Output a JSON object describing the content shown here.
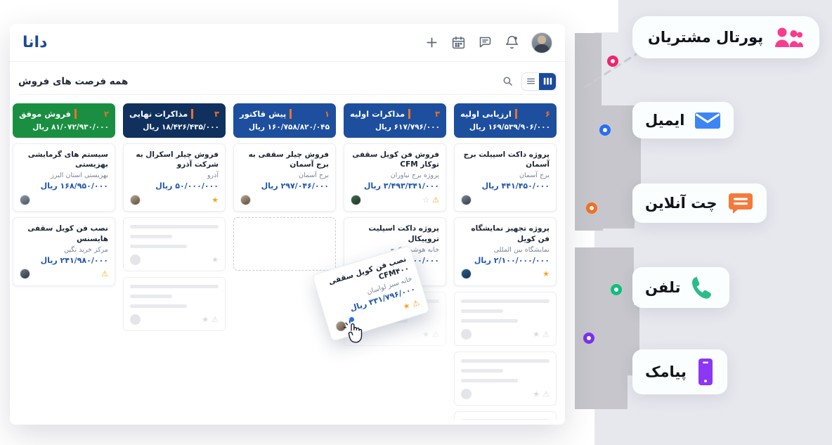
{
  "app": {
    "logo": "دانا",
    "toolbar_title": "همه فرصت های فروش",
    "icons": {
      "bell": "bell-icon",
      "chat": "chat-icon",
      "calendar": "calendar-icon",
      "plus": "plus-icon",
      "search": "search-icon",
      "board_view": "board-view-icon",
      "list_view": "list-view-icon"
    },
    "currency": "ریال"
  },
  "columns": [
    {
      "name": "فروش موفق",
      "count": "۲",
      "sum": "۸۱/۰۷۲/۹۳۰/۰۰۰ ریال",
      "color": "#1a8f42",
      "cards": [
        {
          "title": "سیستم های گرمایشی بهزیستی",
          "sub": "بهزیستی استان البرز",
          "amount": "۱۶۸/۹۵۰/۰۰۰ ریال",
          "warn": false,
          "star": "none",
          "avatar": "ma1"
        },
        {
          "title": "نصب فن کویل سقفی هایسنس",
          "sub": "مرکز خرید نگین",
          "amount": "۲۴۱/۹۸۰/۰۰۰ ریال",
          "warn": true,
          "star": "none",
          "avatar": "ma3"
        }
      ]
    },
    {
      "name": "مذاکرات نهایی",
      "count": "۳",
      "sum": "۱۸/۴۲۶/۴۳۵/۰۰۰ ریال",
      "color": "#10305e",
      "cards": [
        {
          "title": "فروش چیلر اسکرال به شرکت آذرو",
          "sub": "آذرو",
          "amount": "۵۰/۰۰۰/۰۰۰ ریال",
          "warn": false,
          "star": "on",
          "avatar": "ma2"
        }
      ]
    },
    {
      "name": "پیش فاکتور",
      "count": "۱",
      "sum": "۱۶۰/۷۵۸/۸۲۰/۰۴۵ ریال",
      "color": "#1d4f9e",
      "cards": [
        {
          "title": "فروش چیلر سقفی به برج آسمان",
          "sub": "برج آسمان",
          "amount": "۲۹۷/۰۴۶/۰۰۰ ریال",
          "warn": false,
          "star": "none",
          "avatar": "ma2"
        }
      ]
    },
    {
      "name": "مذاکرات اولیه",
      "count": "۳",
      "sum": "۶۱۷/۷۹۶/۰۰۰ ریال",
      "color": "#1d4f9e",
      "cards": [
        {
          "title": "فروش فن کویل سقفی توکار CFM",
          "sub": "پروژه برج نیاوران",
          "amount": "۳/۴۹۳/۳۴۱/۰۰۰ ریال",
          "warn": true,
          "star": "off",
          "avatar": "ma4"
        },
        {
          "title": "پروژه داکت اسپلیت تروپیکال",
          "sub": "خانه هوشمند کرج",
          "amount": "۲۸۶/۰۰۰/۰۰۰ ریال",
          "warn": false,
          "star": "none",
          "avatar": "ma5"
        }
      ]
    },
    {
      "name": "ارزیابی اولیه",
      "count": "۶",
      "sum": "۱۶۹/۵۳۹/۹۰۶/۰۰۰ ریال",
      "color": "#1d4f9e",
      "cards": [
        {
          "title": "پروژه داکت اسپیلت برج آسمان",
          "sub": "برج آسمان",
          "amount": "۴۴۱/۴۵۰/۰۰۰ ریال",
          "warn": false,
          "star": "none",
          "avatar": "ma7"
        },
        {
          "title": "پروژه تجهیز نمایشگاه فن کویل",
          "sub": "نمایشگاه بین المللی",
          "amount": "۲/۱۰۰/۰۰۰/۰۰۰ ریال",
          "warn": false,
          "star": "on",
          "avatar": "ma6"
        }
      ]
    }
  ],
  "drag_card": {
    "title": "نصب فن کویل سقفی CFM۴۰۰",
    "sub": "خانه سبز لواسان",
    "amount": "۳۳۱/۷۹۶/۰۰۰ ریال",
    "warn": true,
    "star": "on"
  },
  "channels": [
    {
      "label": "پورتال مشتریان",
      "icon": "people-icon",
      "color": "#fb3c8c"
    },
    {
      "label": "ایمیل",
      "icon": "envelope-icon",
      "color": "#3d85f5"
    },
    {
      "label": "چت آنلاین",
      "icon": "chat-bubble-icon",
      "color": "#f4793a"
    },
    {
      "label": "تلفن",
      "icon": "phone-icon",
      "color": "#2bbd87"
    },
    {
      "label": "پیامک",
      "icon": "mobile-icon",
      "color": "#8b37f5"
    }
  ],
  "connector_dots": [
    {
      "name": "dot-pink",
      "color": "#f5226e"
    },
    {
      "name": "dot-blue",
      "color": "#2a6df4"
    },
    {
      "name": "dot-orange",
      "color": "#f4701f"
    },
    {
      "name": "dot-green",
      "color": "#0fbe7c"
    },
    {
      "name": "dot-purple",
      "color": "#7a31f0"
    }
  ]
}
